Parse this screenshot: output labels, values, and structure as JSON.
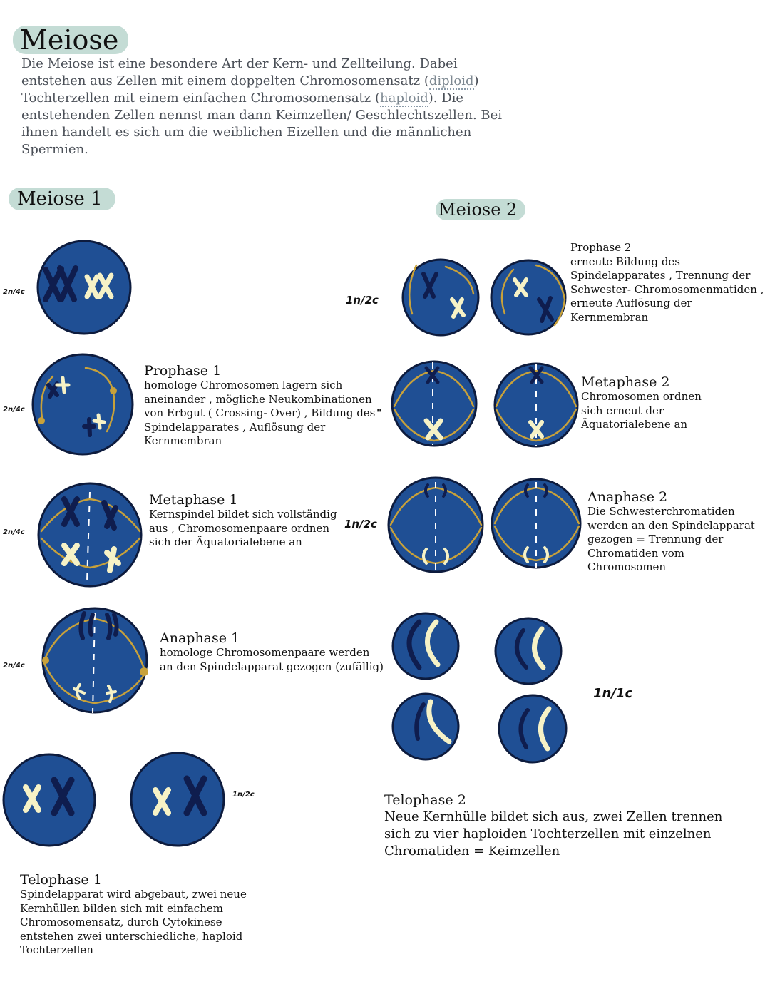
{
  "title": "Meiose",
  "intro": {
    "before_diploid": "Die Meiose ist eine besondere Art der Kern- und Zellteilung. Dabei entstehen aus Zellen mit einem doppelten Chromosomensatz (",
    "diploid": "diploid",
    "between": ") Tochterzellen mit einem einfachen Chromosomensatz (",
    "haploid": "haploid",
    "after_haploid": "). Die entstehenden Zellen nennst man dann Keimzellen/ Geschlechtszellen. Bei ihnen handelt es sich um die weiblichen Eizellen und die männlichen Spermien."
  },
  "meiose1": {
    "heading": "Meiose 1",
    "ploidy_labels": [
      "2n/4c",
      "2n/4c",
      "2n/4c",
      "2n/4c",
      "1n/2c"
    ],
    "prophase": {
      "title": "Prophase 1",
      "desc": "homologe Chromosomen lagern sich aneinander , mögliche Neukombinationen von Erbgut ( Crossing- Over) , Bildung des Spindelapparates , Auflösung der Kernmembran"
    },
    "metaphase": {
      "title": "Metaphase 1",
      "desc": "Kernspindel bildet sich vollständig aus , Chromosomenpaare ordnen sich der Äquatorialebene an"
    },
    "anaphase": {
      "title": "Anaphase 1",
      "desc": "homologe Chromosomenpaare werden an den Spindelapparat gezogen (zufällig)"
    },
    "telophase": {
      "title": "Telophase 1",
      "desc": "Spindelapparat wird abgebaut, zwei neue Kernhüllen bilden sich mit einfachem Chromosomensatz, durch Cytokinese entstehen zwei unterschiedliche, haploid Tochterzellen"
    }
  },
  "meiose2": {
    "heading": "Meiose 2",
    "ploidy_labels": [
      "1n/2c",
      "1n/2c",
      "1n/1c"
    ],
    "ditto_mark": "\"",
    "prophase": {
      "title": "Prophase 2",
      "desc": "erneute Bildung des Spindelapparates , Trennung der Schwester- Chromosomenmatiden , erneute Auflösung der Kernmembran"
    },
    "metaphase": {
      "title": "Metaphase 2",
      "desc": "Chromosomen ordnen sich erneut der Äquatorialebene an"
    },
    "anaphase": {
      "title": "Anaphase 2",
      "desc": "Die Schwesterchromatiden werden an den Spindelapparat gezogen = Trennung der Chromatiden vom Chromosomen"
    },
    "telophase": {
      "title": "Telophase 2",
      "desc": "Neue Kernhülle bildet sich aus, zwei Zellen trennen sich zu vier haploiden Tochterzellen mit einzelnen Chromatiden = Keimzellen"
    }
  },
  "colors": {
    "cell_fill": "#1f4f94",
    "cell_outline": "#0d1b3d",
    "chromosome_dark": "#0f1d4e",
    "chromosome_light": "#f6f2c6",
    "spindle": "#c8a13a",
    "pill": "#c4dcd5"
  }
}
